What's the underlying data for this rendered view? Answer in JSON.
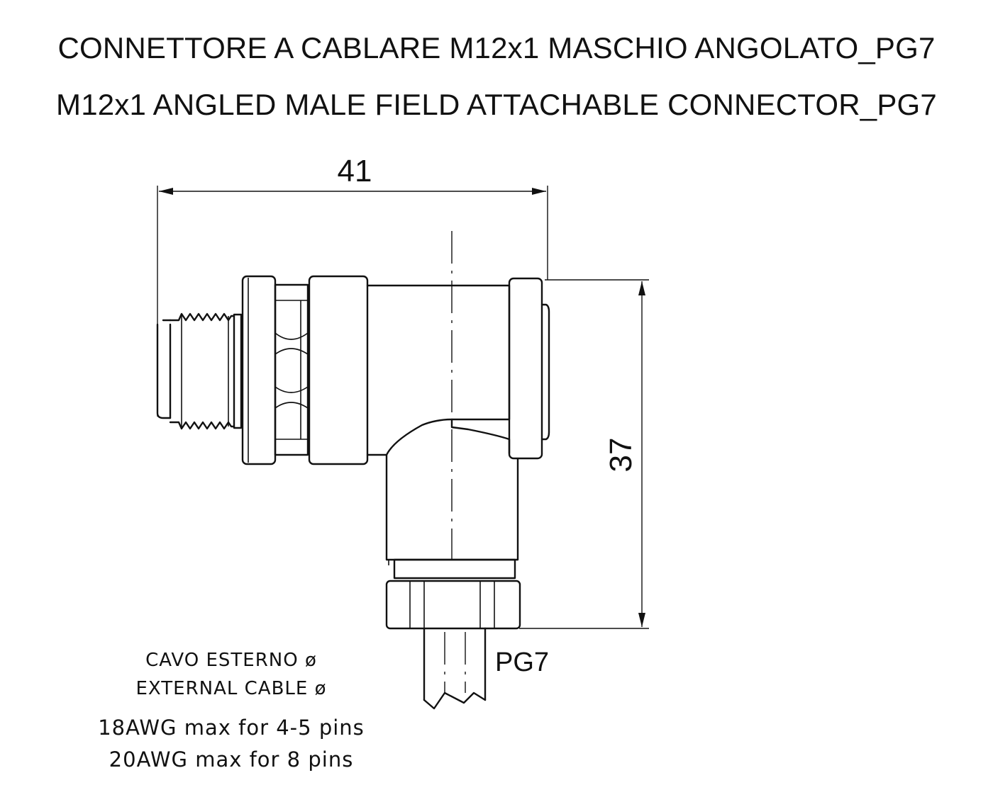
{
  "title_it": "CONNETTORE A CABLARE M12x1 MASCHIO ANGOLATO_PG7",
  "title_en": "M12x1 ANGLED MALE FIELD ATTACHABLE CONNECTOR_PG7",
  "dimensions": {
    "width": "41",
    "height": "37"
  },
  "thread_label": "PG7",
  "cable_note": {
    "it": "CAVO ESTERNO ø",
    "en": "EXTERNAL CABLE ø",
    "awg_line1": "18AWG max for 4-5 pins",
    "awg_line2": "20AWG max for 8 pins"
  }
}
